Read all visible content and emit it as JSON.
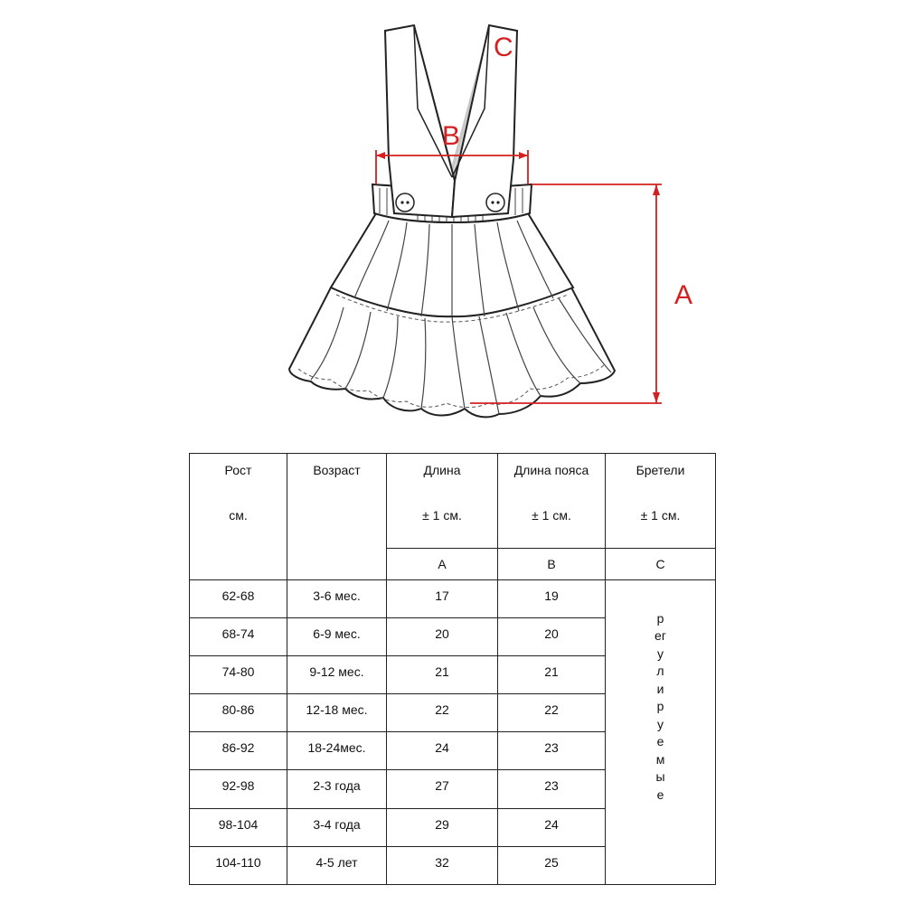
{
  "diagram": {
    "labels": {
      "A": "A",
      "B": "B",
      "C": "C"
    },
    "accent_color": "#d42020"
  },
  "table": {
    "headers": [
      {
        "main": "Рост",
        "sub": "см."
      },
      {
        "main": "Возраст",
        "sub": ""
      },
      {
        "main": "Длина",
        "sub": "± 1 см.",
        "letter": "A"
      },
      {
        "main": "Длина пояса",
        "sub": "± 1 см.",
        "letter": "B"
      },
      {
        "main": "Бретели",
        "sub": "± 1 см.",
        "letter": "C"
      }
    ],
    "rows": [
      {
        "height": "62-68",
        "age": "3-6 мес.",
        "length": "17",
        "waist": "19"
      },
      {
        "height": "68-74",
        "age": "6-9 мес.",
        "length": "20",
        "waist": "20"
      },
      {
        "height": "74-80",
        "age": "9-12 мес.",
        "length": "21",
        "waist": "21"
      },
      {
        "height": "80-86",
        "age": "12-18 мес.",
        "length": "22",
        "waist": "22"
      },
      {
        "height": "86-92",
        "age": "18-24мес.",
        "length": "24",
        "waist": "23"
      },
      {
        "height": "92-98",
        "age": "2-3 года",
        "length": "27",
        "waist": "23"
      },
      {
        "height": "98-104",
        "age": "3-4 года",
        "length": "29",
        "waist": "24"
      },
      {
        "height": "104-110",
        "age": "4-5 лет",
        "length": "32",
        "waist": "25"
      }
    ],
    "straps_note": "регулируемые"
  }
}
